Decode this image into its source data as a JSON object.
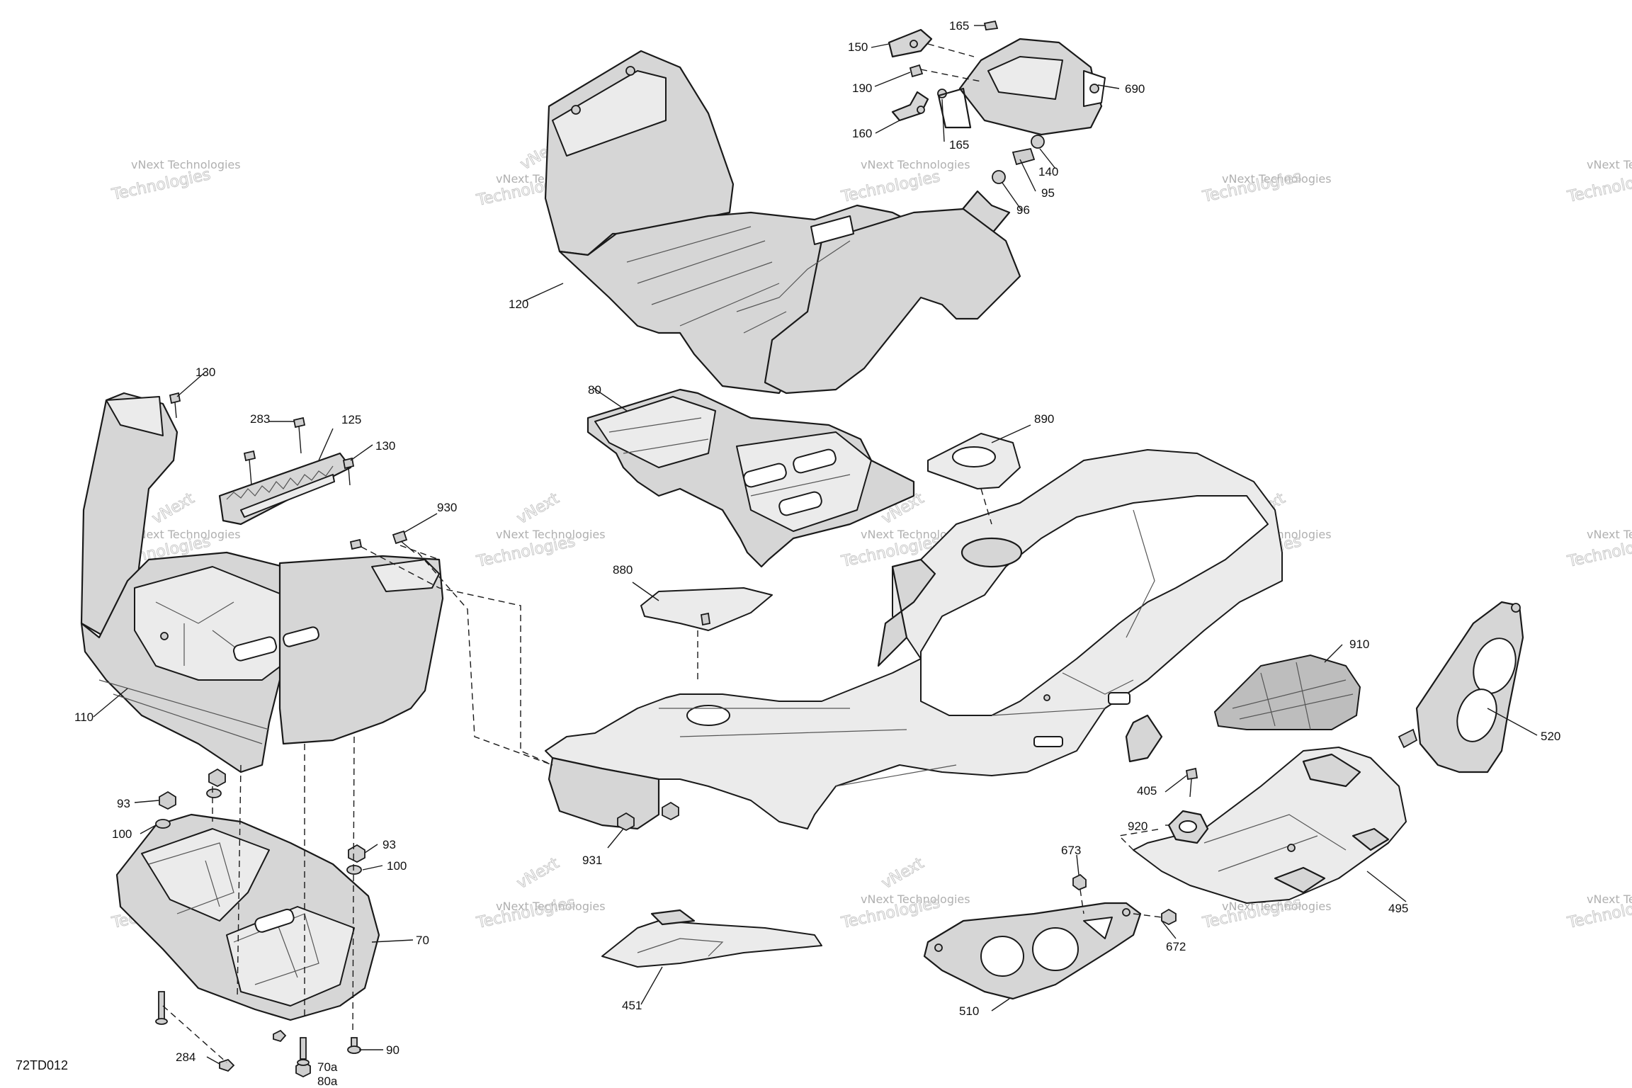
{
  "diagram_ref": "72TD012",
  "watermark": {
    "line1": "vNext Technologies",
    "line2": "Technologies",
    "big": "vNext"
  },
  "callouts": {
    "c70": "70",
    "c70a": "70a",
    "c80": "80",
    "c80a": "80a",
    "c90": "90",
    "c93a": "93",
    "c93b": "93",
    "c95": "95",
    "c96": "96",
    "c100a": "100",
    "c100b": "100",
    "c110": "110",
    "c120": "120",
    "c125": "125",
    "c130a": "130",
    "c130b": "130",
    "c140": "140",
    "c150": "150",
    "c160": "160",
    "c165a": "165",
    "c165b": "165",
    "c190": "190",
    "c283": "283",
    "c284": "284",
    "c405": "405",
    "c451": "451",
    "c495": "495",
    "c510": "510",
    "c520": "520",
    "c672": "672",
    "c673": "673",
    "c690": "690",
    "c880": "880",
    "c890": "890",
    "c910": "910",
    "c920": "920",
    "c930": "930",
    "c931": "931"
  }
}
